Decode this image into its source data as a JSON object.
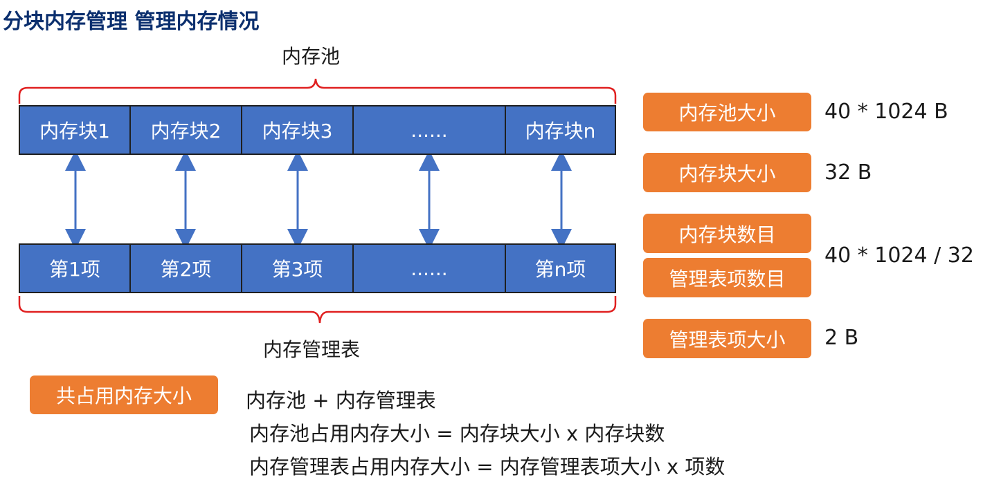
{
  "title": "分块内存管理 管理内存情况",
  "pool_label": "内存池",
  "table_label": "内存管理表",
  "blocks": [
    "内存块1",
    "内存块2",
    "内存块3",
    "......",
    "内存块n"
  ],
  "entries": [
    "第1项",
    "第2项",
    "第3项",
    "......",
    "第n项"
  ],
  "properties": {
    "pool_size": {
      "label": "内存池大小",
      "value": "40 * 1024 B"
    },
    "block_size": {
      "label": "内存块大小",
      "value": "32 B"
    },
    "block_count": {
      "label": "内存块数目"
    },
    "entry_count": {
      "label": "管理表项数目"
    },
    "count_value": "40 * 1024 / 32",
    "entry_size": {
      "label": "管理表项大小",
      "value": "2 B"
    }
  },
  "total": {
    "label": "共占用内存大小",
    "lines": [
      "内存池 + 内存管理表",
      "内存池占用内存大小 = 内存块大小 x 内存块数",
      "内存管理表占用内存大小 = 内存管理表项大小 x 项数"
    ]
  },
  "colors": {
    "block_fill": "#4472c4",
    "tag_fill": "#ed7d31",
    "brace": "#e02020",
    "arrow": "#4472c4",
    "title": "#0b2f6e"
  }
}
